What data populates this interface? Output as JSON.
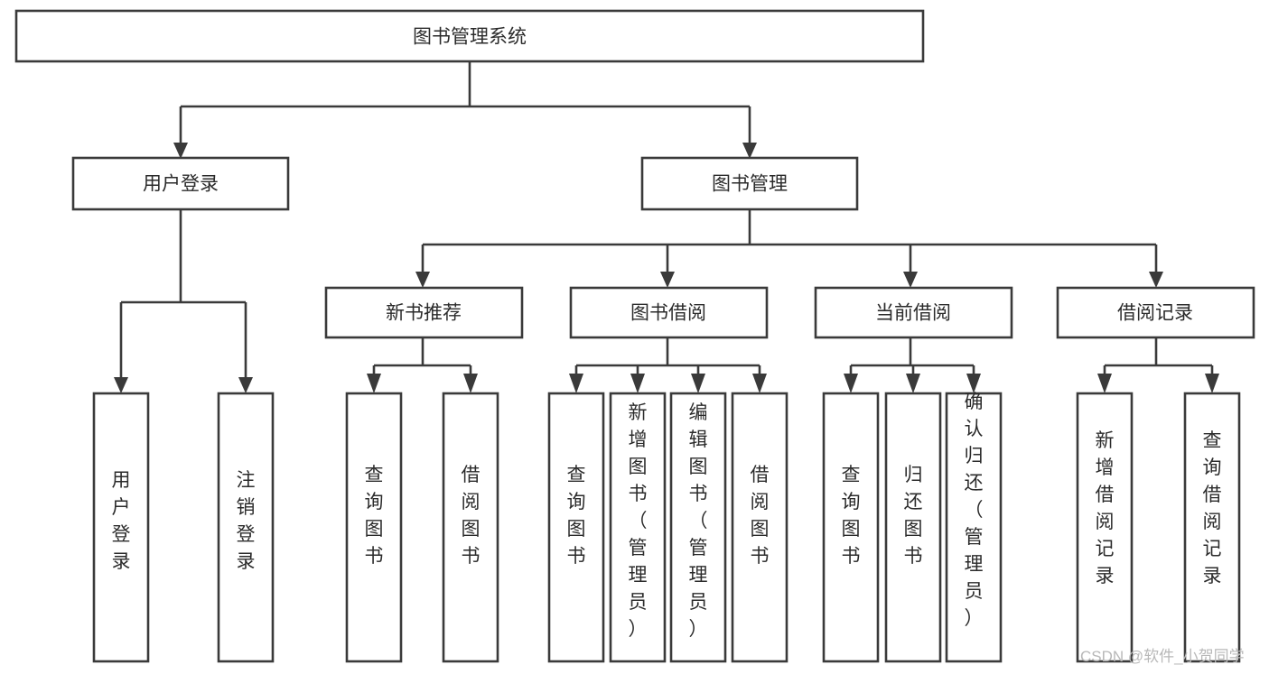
{
  "diagram": {
    "type": "tree-hierarchy",
    "title": "图书管理系统",
    "orientation": "top-down",
    "colors": {
      "stroke": "#3a3a3a",
      "fill": "#ffffff",
      "text": "#2b2b2b",
      "background": "#ffffff",
      "watermark": "#b8b8b8"
    },
    "root": {
      "id": "root",
      "label": "图书管理系统"
    },
    "level2": [
      {
        "id": "user-login",
        "label": "用户登录"
      },
      {
        "id": "book-manage",
        "label": "图书管理"
      }
    ],
    "level3": [
      {
        "id": "new-book-recommend",
        "label": "新书推荐",
        "parent": "book-manage"
      },
      {
        "id": "book-borrow",
        "label": "图书借阅",
        "parent": "book-manage"
      },
      {
        "id": "current-borrow",
        "label": "当前借阅",
        "parent": "book-manage"
      },
      {
        "id": "borrow-record",
        "label": "借阅记录",
        "parent": "book-manage"
      }
    ],
    "leaves": {
      "user-login": [
        {
          "id": "leaf-user-login",
          "label": "用户登录"
        },
        {
          "id": "leaf-logout",
          "label": "注销登录"
        }
      ],
      "new-book-recommend": [
        {
          "id": "leaf-query-book-1",
          "label": "查询图书"
        },
        {
          "id": "leaf-borrow-book-1",
          "label": "借阅图书"
        }
      ],
      "book-borrow": [
        {
          "id": "leaf-query-book-2",
          "label": "查询图书"
        },
        {
          "id": "leaf-add-book",
          "label": "新增图书（管理员）"
        },
        {
          "id": "leaf-edit-book",
          "label": "编辑图书（管理员）"
        },
        {
          "id": "leaf-borrow-book-2",
          "label": "借阅图书"
        }
      ],
      "current-borrow": [
        {
          "id": "leaf-query-book-3",
          "label": "查询图书"
        },
        {
          "id": "leaf-return-book",
          "label": "归还图书"
        },
        {
          "id": "leaf-confirm-return",
          "label": "确认归还（管理员）"
        }
      ],
      "borrow-record": [
        {
          "id": "leaf-add-record",
          "label": "新增借阅记录"
        },
        {
          "id": "leaf-query-record",
          "label": "查询借阅记录"
        }
      ]
    }
  },
  "watermark": {
    "label": "CSDN @软件_小贺同学"
  }
}
